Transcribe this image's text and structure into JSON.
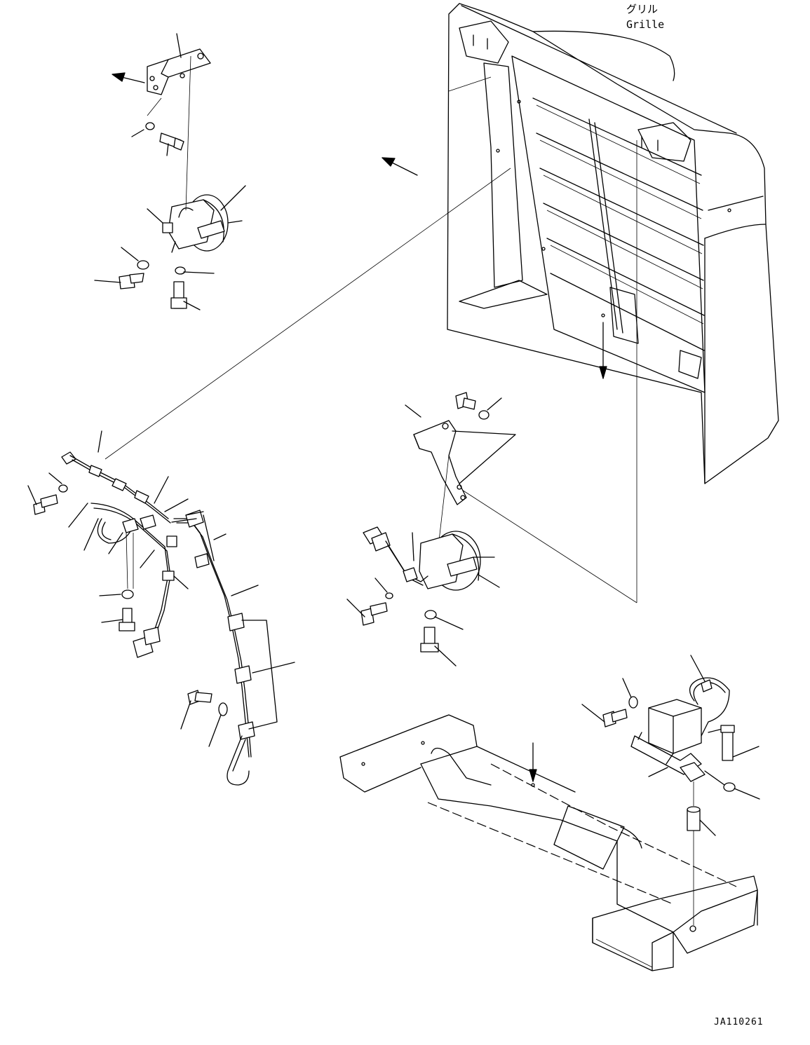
{
  "diagram": {
    "grille_label_jp": "グリル",
    "grille_label_en": "Grille",
    "drawing_code": "JA110261"
  }
}
